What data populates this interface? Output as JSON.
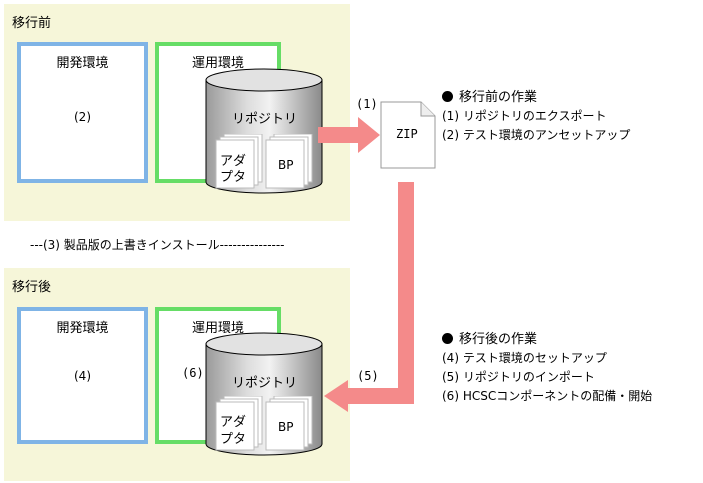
{
  "before": {
    "title": "移行前",
    "dev_env": "開発環境",
    "dev_num": "(2)",
    "ops_env": "運用環境",
    "repo": "リポジトリ",
    "adapter_line1": "アダ",
    "adapter_line2": "プタ",
    "bp": "BP"
  },
  "export_step": "(1)",
  "zip_label": "ZIP",
  "overwrite_line": "---(3) 製品版の上書きインストール---------------",
  "after": {
    "title": "移行後",
    "dev_env": "開発環境",
    "dev_num": "(4)",
    "ops_env": "運用環境",
    "ops_num": "(6)",
    "repo": "リポジトリ",
    "adapter_line1": "アダ",
    "adapter_line2": "プタ",
    "bp": "BP"
  },
  "import_step": "(5)",
  "tasks_before": {
    "heading": "移行前の作業",
    "items": [
      "(1) リポジトリのエクスポート",
      "(2) テスト環境のアンセットアップ"
    ]
  },
  "tasks_after": {
    "heading": "移行後の作業",
    "items": [
      "(4) テスト環境のセットアップ",
      "(5) リポジトリのインポート",
      "(6) HCSCコンポーネントの配備・開始"
    ]
  },
  "colors": {
    "panel_bg": "#f6f6d9",
    "dev_border": "#7fb4e6",
    "ops_border": "#66dd66",
    "arrow": "#f48a8a"
  }
}
